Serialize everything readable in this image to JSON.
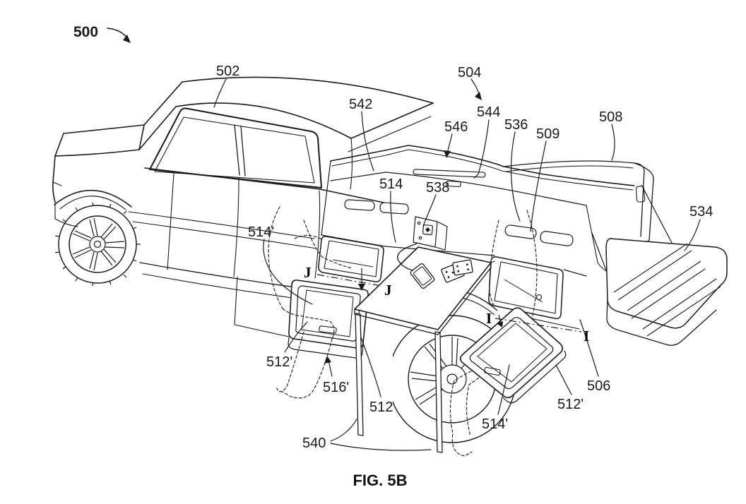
{
  "figure": {
    "caption": "FIG. 5B"
  },
  "colors": {
    "ink": "#1a1a1a",
    "paper": "#ffffff"
  },
  "labels": [
    {
      "text": "500"
    },
    {
      "text": "502"
    },
    {
      "text": "504"
    },
    {
      "text": "542"
    },
    {
      "text": "544"
    },
    {
      "text": "546"
    },
    {
      "text": "536"
    },
    {
      "text": "509"
    },
    {
      "text": "508"
    },
    {
      "text": "534"
    },
    {
      "text": "514"
    },
    {
      "text": "538"
    },
    {
      "text": "514'"
    },
    {
      "text": "J"
    },
    {
      "text": "J"
    },
    {
      "text": "I"
    },
    {
      "text": "I"
    },
    {
      "text": "512'"
    },
    {
      "text": "516'"
    },
    {
      "text": "512"
    },
    {
      "text": "540"
    },
    {
      "text": "512'"
    },
    {
      "text": "514'"
    },
    {
      "text": "506"
    }
  ]
}
